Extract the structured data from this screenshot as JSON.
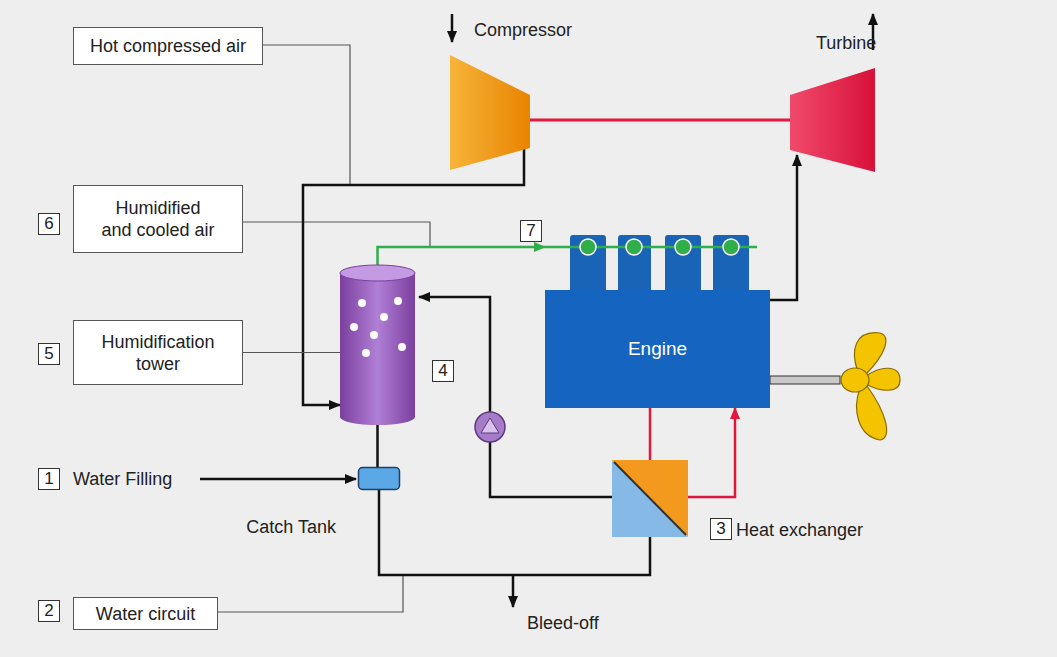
{
  "diagram": {
    "nodes": [
      {
        "text": [
          "Hot compressed air"
        ]
      },
      {
        "text": [
          "Compressor"
        ]
      },
      {
        "text": [
          "Turbine"
        ]
      },
      {
        "text": [
          "Humidified and cooled air"
        ]
      },
      {
        "text": [
          "Humidification tower"
        ]
      },
      {
        "text": [
          "4"
        ]
      },
      {
        "text": [
          "Engine"
        ]
      },
      {
        "text": [
          "Catch Tank"
        ]
      },
      {
        "text": [
          "Heat exchanger"
        ]
      },
      {
        "text": [
          "Water circuit"
        ]
      }
    ],
    "edges": [
      {
        "from": 1,
        "to": 2,
        "arrow": "none"
      },
      {
        "from": 1,
        "to": 5,
        "arrow": "to"
      },
      {
        "from": 5,
        "to": 6,
        "arrow": "to"
      },
      {
        "from": 6,
        "to": 2,
        "arrow": "to"
      },
      {
        "from": 4,
        "to": 5,
        "arrow": "none"
      },
      {
        "from": 8,
        "to": 5,
        "arrow": "to"
      },
      {
        "from": 5,
        "to": 7,
        "arrow": "none"
      },
      {
        "from": 7,
        "to": 8,
        "arrow": "none"
      },
      {
        "from": 6,
        "to": 8,
        "arrow": "none"
      },
      {
        "from": 8,
        "to": 6,
        "arrow": "to"
      }
    ],
    "labels": [
      "6",
      "7",
      "5",
      "1",
      "Water Filling",
      "3",
      "2",
      "Bleed-off"
    ]
  }
}
